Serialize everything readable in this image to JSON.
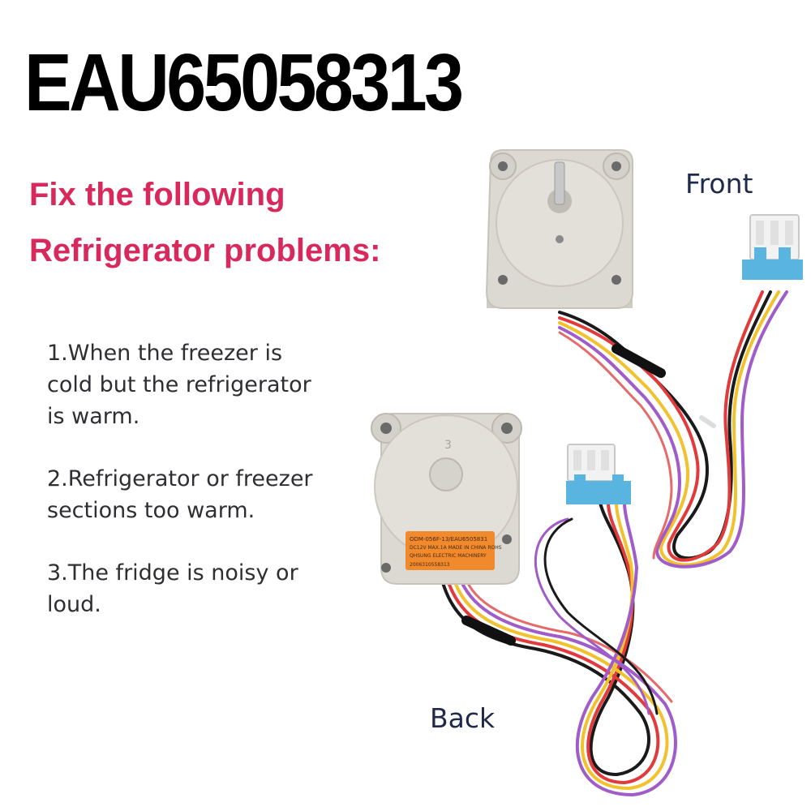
{
  "title": "EAU65058313",
  "headline": {
    "line1": "Fix the following",
    "line2": "Refrigerator  problems:"
  },
  "problems": [
    "1.When the freezer is cold but the refrigerator is warm.",
    "2.Refrigerator or freezer sections too warm.",
    "3.The fridge is noisy or loud."
  ],
  "views": {
    "front_label": "Front",
    "back_label": "Back"
  },
  "motor_label": {
    "line1": "ODM-056F-13/EAU6505831",
    "line2": "DC12V MAX.1A MADE IN CHINA  ROHS",
    "line3": "QHSUNG ELECTRIC MACHINERY",
    "line4": "2006310558313"
  },
  "colors": {
    "title": "#000000",
    "headline": "#d8285c",
    "body_text": "#2e2e33",
    "motor_body": "#d9d6cf",
    "connector": "#5ab4e0",
    "label_sticker": "#f08a2c"
  }
}
